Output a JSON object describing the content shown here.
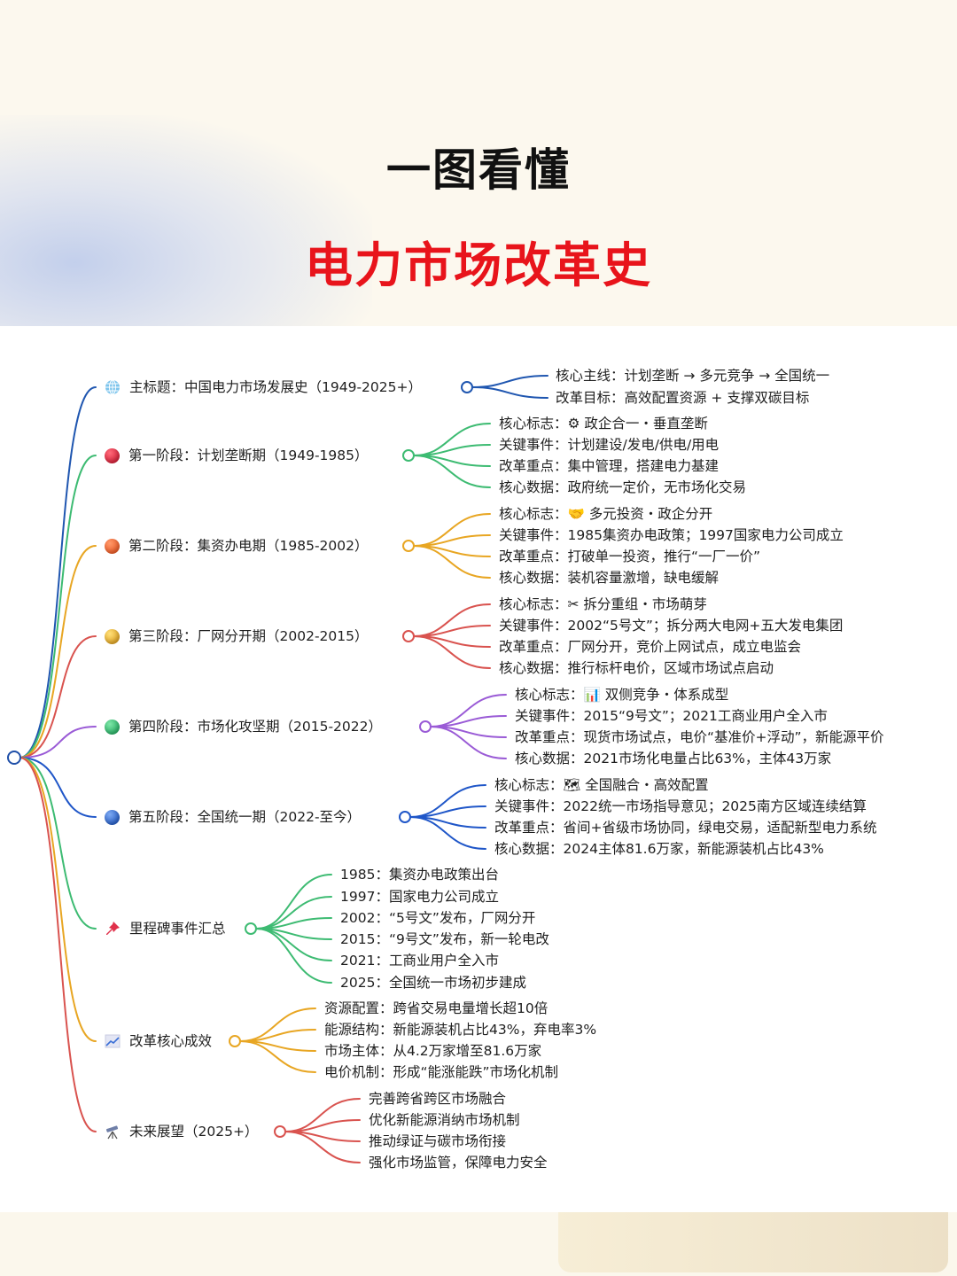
{
  "header": {
    "title_line1": "一图看懂",
    "title_line2": "电力市场改革史",
    "title2_color": "#e8141b"
  },
  "mindmap": {
    "root_color": "#1f4fa8",
    "branches": [
      {
        "icon": "globe-icon",
        "label": "主标题：中国电力市场发展史（1949-2025+）",
        "color": "#1f56b0",
        "children": [
          "核心主线：计划垄断 → 多元竞争 → 全国统一",
          "改革目标：高效配置资源 + 支撑双碳目标"
        ]
      },
      {
        "icon": "red-ball-icon",
        "label": "第一阶段：计划垄断期（1949-1985）",
        "color": "#3dbb72",
        "children": [
          "核心标志：⚙ 政企合一・垂直垄断",
          "关键事件：计划建设/发电/供电/用电",
          "改革重点：集中管理，搭建电力基建",
          "核心数据：政府统一定价，无市场化交易"
        ]
      },
      {
        "icon": "orange-ball-icon",
        "label": "第二阶段：集资办电期（1985-2002）",
        "color": "#e8a623",
        "children": [
          "核心标志：🤝 多元投资・政企分开",
          "关键事件：1985集资办电政策；1997国家电力公司成立",
          "改革重点：打破单一投资，推行“一厂一价”",
          "核心数据：装机容量激增，缺电缓解"
        ]
      },
      {
        "icon": "yellow-ball-icon",
        "label": "第三阶段：厂网分开期（2002-2015）",
        "color": "#d9534f",
        "children": [
          "核心标志：✂ 拆分重组・市场萌芽",
          "关键事件：2002“5号文”；拆分两大电网+五大发电集团",
          "改革重点：厂网分开，竞价上网试点，成立电监会",
          "核心数据：推行标杆电价，区域市场试点启动"
        ]
      },
      {
        "icon": "green-ball-icon",
        "label": "第四阶段：市场化攻坚期（2015-2022）",
        "color": "#9a5bd6",
        "children": [
          "核心标志：📊 双侧竞争・体系成型",
          "关键事件：2015“9号文”；2021工商业用户全入市",
          "改革重点：现货市场试点，电价“基准价+浮动”，新能源平价",
          "核心数据：2021市场化电量占比63%，主体43万家"
        ]
      },
      {
        "icon": "blue-ball-icon",
        "label": "第五阶段：全国统一期（2022-至今）",
        "color": "#1f56c8",
        "children": [
          "核心标志：🗺 全国融合・高效配置",
          "关键事件：2022统一市场指导意见；2025南方区域连续结算",
          "改革重点：省间+省级市场协同，绿电交易，适配新型电力系统",
          "核心数据：2024主体81.6万家，新能源装机占比43%"
        ]
      },
      {
        "icon": "pushpin-icon",
        "label": "里程碑事件汇总",
        "color": "#3dbb72",
        "children": [
          "1985：集资办电政策出台",
          "1997：国家电力公司成立",
          "2002：“5号文”发布，厂网分开",
          "2015：“9号文”发布，新一轮电改",
          "2021：工商业用户全入市",
          "2025：全国统一市场初步建成"
        ]
      },
      {
        "icon": "chart-increasing-icon",
        "label": "改革核心成效",
        "color": "#e8a623",
        "children": [
          "资源配置：跨省交易电量增长超10倍",
          "能源结构：新能源装机占比43%，弃电率3%",
          "市场主体：从4.2万家增至81.6万家",
          "电价机制：形成“能涨能跌”市场化机制"
        ]
      },
      {
        "icon": "telescope-icon",
        "label": "未来展望（2025+）",
        "color": "#d9534f",
        "children": [
          "完善跨省跨区市场融合",
          "优化新能源消纳市场机制",
          "推动绿证与碳市场衔接",
          "强化市场监管，保障电力安全"
        ]
      }
    ]
  }
}
